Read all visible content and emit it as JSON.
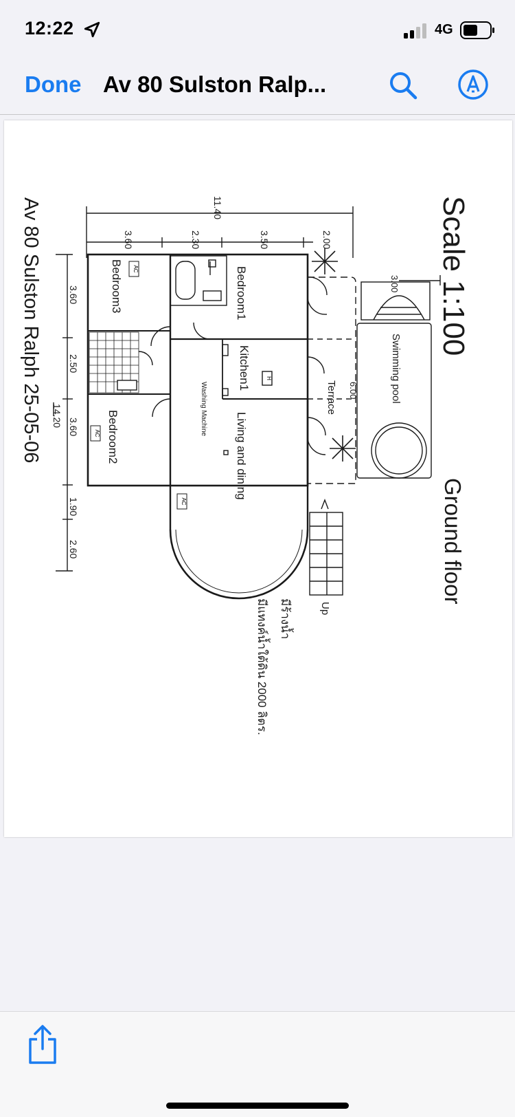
{
  "status_bar": {
    "time": "12:22",
    "network": "4G"
  },
  "nav_bar": {
    "done_label": "Done",
    "title": "Av 80 Sulston Ralp..."
  },
  "plan": {
    "title": "Av 80 Sulston Ralph 25-05-06",
    "scale": "Scale   1:100",
    "floor": "Ground floor",
    "rooms": {
      "bedroom1": "Bedroom1",
      "bedroom2": "Bedroom2",
      "bedroom3": "Bedroom3",
      "kitchen": "Kitchen1",
      "living": "Living and dining",
      "terrace": "Terrace",
      "pool": "Swimming pool",
      "washing": "Washing Machine",
      "up": "Up"
    },
    "ac_label": "AC",
    "h_label": "H",
    "dimensions": {
      "top_total": "11.40",
      "top_a": "3.60",
      "top_b": "2.30",
      "top_c": "3.50",
      "top_d": "2.00",
      "side_total": "14.20",
      "side_a": "3.60",
      "side_b": "2.50",
      "side_c": "3.60",
      "side_d": "1.90",
      "side_e": "2.60",
      "pool_w": "3.00",
      "terrace_w": "6.00"
    },
    "note_line1": "มีร้างน้ำ",
    "note_line2": "มีแทงค์น้ำใต้ดิน 2000 ลิตร."
  },
  "colors": {
    "accent": "#1a7cf0",
    "ink": "#1a1a1a",
    "background": "#f2f2f7"
  }
}
